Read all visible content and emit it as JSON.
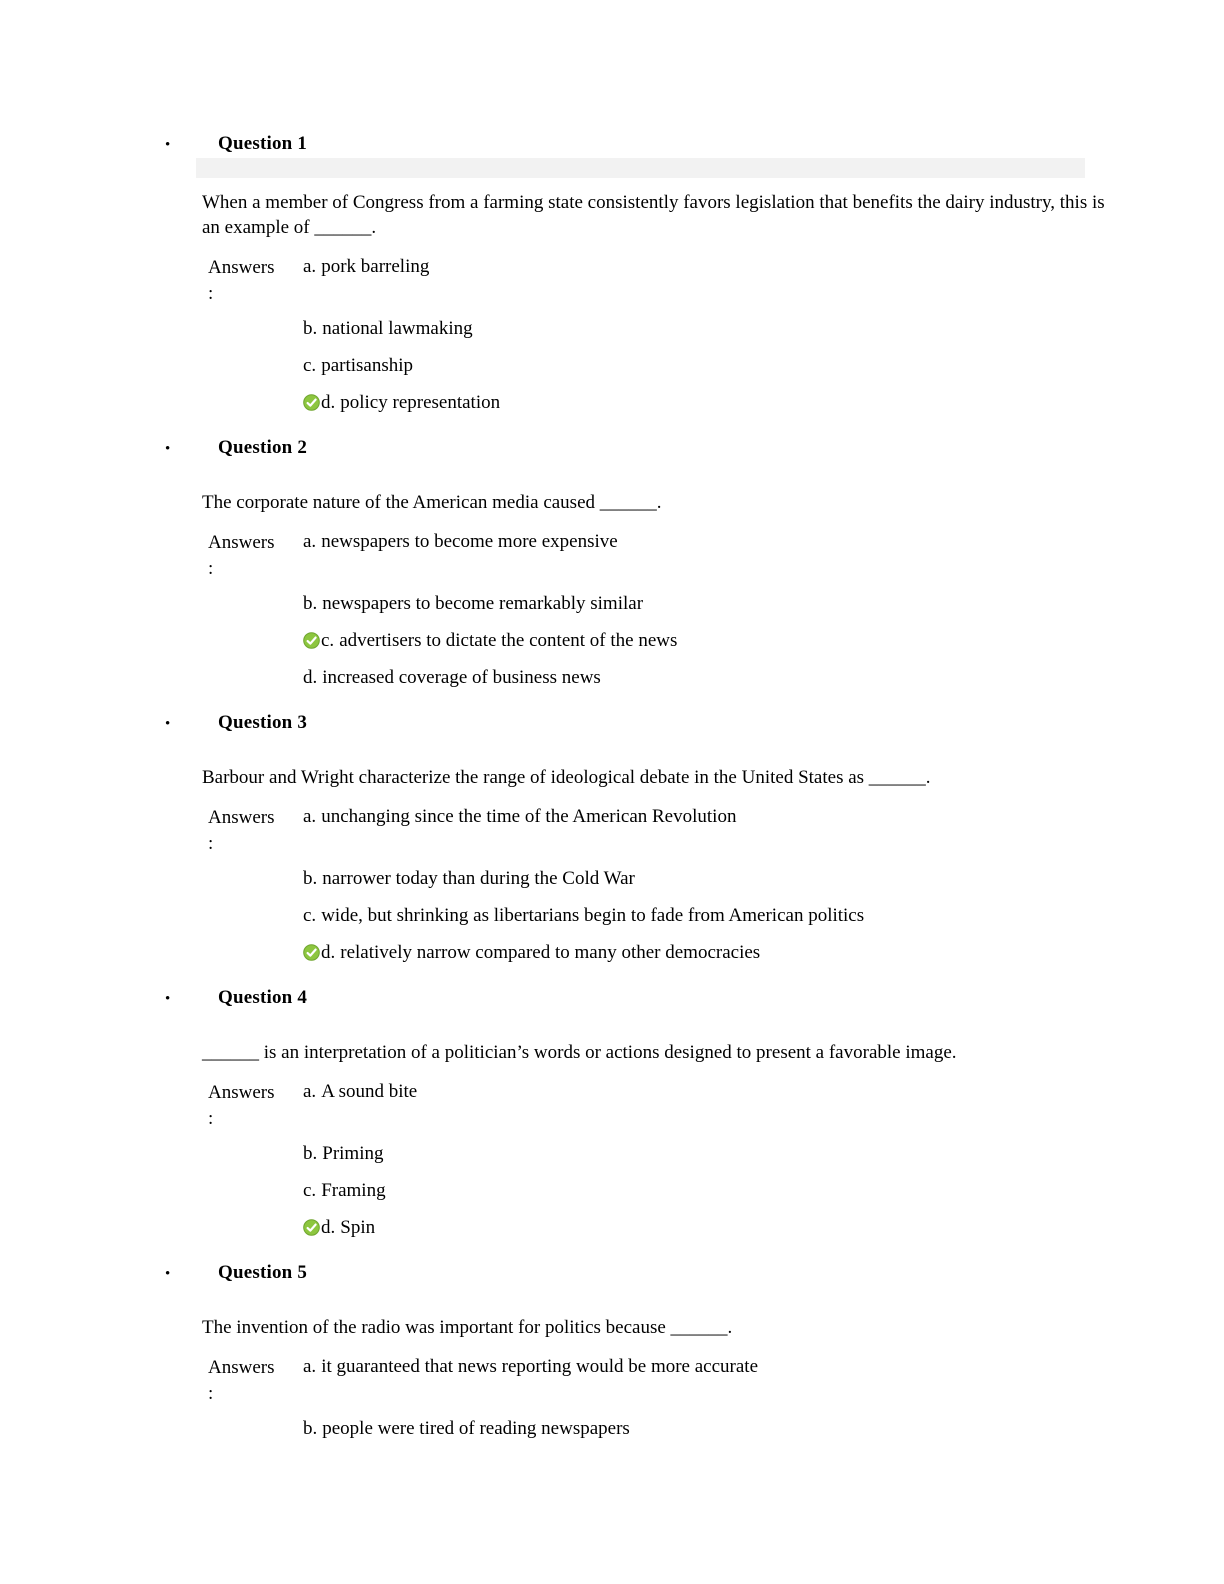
{
  "answers_label": {
    "word": "Answers",
    "colon": ":"
  },
  "colors": {
    "correct_icon_fill": "#8dc63f",
    "correct_icon_edge": "#6fa52f",
    "highlight_bar": "#f2f2f2"
  },
  "questions": [
    {
      "label": "Question 1",
      "highlighted": true,
      "text": "When a member of Congress from a farming state consistently favors legislation that benefits the dairy industry, this is an example of ______.",
      "options": [
        {
          "letter": "a.",
          "text": "pork barreling",
          "correct": false
        },
        {
          "letter": "b.",
          "text": "national lawmaking",
          "correct": false
        },
        {
          "letter": "c.",
          "text": "partisanship",
          "correct": false
        },
        {
          "letter": "d.",
          "text": "policy representation",
          "correct": true
        }
      ]
    },
    {
      "label": "Question 2",
      "highlighted": false,
      "text": "The corporate nature of the American media caused ______.",
      "options": [
        {
          "letter": "a.",
          "text": "newspapers to become more expensive",
          "correct": false
        },
        {
          "letter": "b.",
          "text": "newspapers to become remarkably similar",
          "correct": false
        },
        {
          "letter": "c.",
          "text": "advertisers to dictate the content of the news",
          "correct": true
        },
        {
          "letter": "d.",
          "text": "increased coverage of business news",
          "correct": false
        }
      ]
    },
    {
      "label": "Question 3",
      "highlighted": false,
      "text": "Barbour and Wright characterize the range of ideological debate in the United States as ______.",
      "options": [
        {
          "letter": "a.",
          "text": "unchanging since the time of the American Revolution",
          "correct": false
        },
        {
          "letter": "b.",
          "text": "narrower today than during the Cold War",
          "correct": false
        },
        {
          "letter": "c.",
          "text": "wide, but shrinking as libertarians begin to fade from American politics",
          "correct": false
        },
        {
          "letter": "d.",
          "text": "relatively narrow compared to many other democracies",
          "correct": true
        }
      ]
    },
    {
      "label": "Question 4",
      "highlighted": false,
      "text": "______ is an interpretation of a politician’s words or actions designed to present a favorable image.",
      "options": [
        {
          "letter": "a.",
          "text": "A sound bite",
          "correct": false
        },
        {
          "letter": "b.",
          "text": "Priming",
          "correct": false
        },
        {
          "letter": "c.",
          "text": "Framing",
          "correct": false
        },
        {
          "letter": "d.",
          "text": "Spin",
          "correct": true
        }
      ]
    },
    {
      "label": "Question 5",
      "highlighted": false,
      "text": "The invention of the radio was important for politics because ______.",
      "options": [
        {
          "letter": "a.",
          "text": "it guaranteed that news reporting would be more accurate",
          "correct": false
        },
        {
          "letter": "b.",
          "text": "people were tired of reading newspapers",
          "correct": false
        }
      ]
    }
  ]
}
